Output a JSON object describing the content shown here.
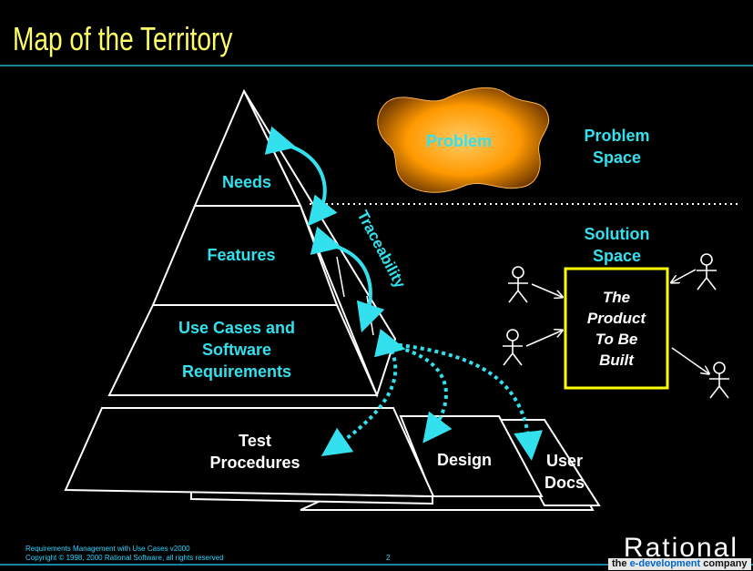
{
  "slide": {
    "title": "Map of the Territory",
    "pyramid": {
      "levels": [
        "Needs",
        "Features",
        "Use Cases and",
        "Software",
        "Requirements"
      ],
      "traceability_label": "Traceability"
    },
    "base_layers": {
      "test_procedures": [
        "Test",
        "Procedures"
      ],
      "design": "Design",
      "user_docs": [
        "User",
        "Docs"
      ]
    },
    "problem_blob_label": "Problem",
    "problem_space": [
      "Problem",
      "Space"
    ],
    "solution_space": [
      "Solution",
      "Space"
    ],
    "product_box": [
      "The",
      "Product",
      "To Be",
      "Built"
    ],
    "footer": {
      "line1": "Requirements Management with Use Cases v2000",
      "line2": "Copyright © 1998, 2000 Rational Software, all rights reserved",
      "page_number": "2"
    },
    "logo": {
      "name": "Rational",
      "tagline_pre": "the ",
      "tagline_em": "e-development",
      "tagline_post": " company"
    },
    "colors": {
      "background": "#000000",
      "title": "#ffff66",
      "label": "#33e0ee",
      "product_box_border": "#ffff00",
      "footer_rule": "#2ad4ff",
      "problem_blob": "#ff9900"
    }
  }
}
